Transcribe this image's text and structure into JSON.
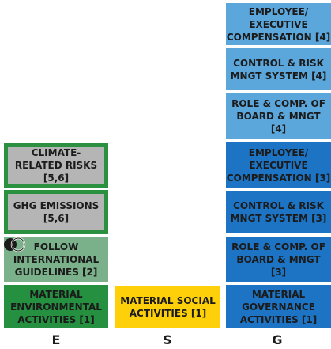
{
  "columns": {
    "e": {
      "label": "E",
      "blocks": [
        {
          "text": "CLIMATE-\nRELATED RISKS\n[5,6]"
        },
        {
          "text": "GHG EMISSIONS\n[5,6]"
        },
        {
          "text": "FOLLOW\nINTERNATIONAL\nGUIDELINES [2]"
        },
        {
          "text": "MATERIAL\nENVIRONMENTAL\nACTIVITIES [1]"
        }
      ]
    },
    "s": {
      "label": "S",
      "blocks": [
        {
          "text": "MATERIAL SOCIAL\nACTIVITIES [1]"
        }
      ]
    },
    "g": {
      "label": "G",
      "blocks": [
        {
          "text": "EMPLOYEE/\nEXECUTIVE\nCOMPENSATION [4]"
        },
        {
          "text": "CONTROL & RISK\nMNGT SYSTEM [4]"
        },
        {
          "text": "ROLE & COMP. OF\nBOARD & MNGT\n[4]"
        },
        {
          "text": "EMPLOYEE/\nEXECUTIVE\nCOMPENSATION [3]"
        },
        {
          "text": "CONTROL & RISK\nMNGT SYSTEM [3]"
        },
        {
          "text": "ROLE & COMP. OF\nBOARD & MNGT\n[3]"
        },
        {
          "text": "MATERIAL\nGOVERNANCE\nACTIVITIES [1]"
        }
      ]
    }
  },
  "colors": {
    "governance_light": "#5ba6db",
    "governance_dark": "#1d74c4",
    "environment_dark": "#249040",
    "environment_mid": "#7ab08a",
    "environment_outline": "#2b9040",
    "grey_fill": "#b5b5b5",
    "social": "#fdd00a"
  }
}
